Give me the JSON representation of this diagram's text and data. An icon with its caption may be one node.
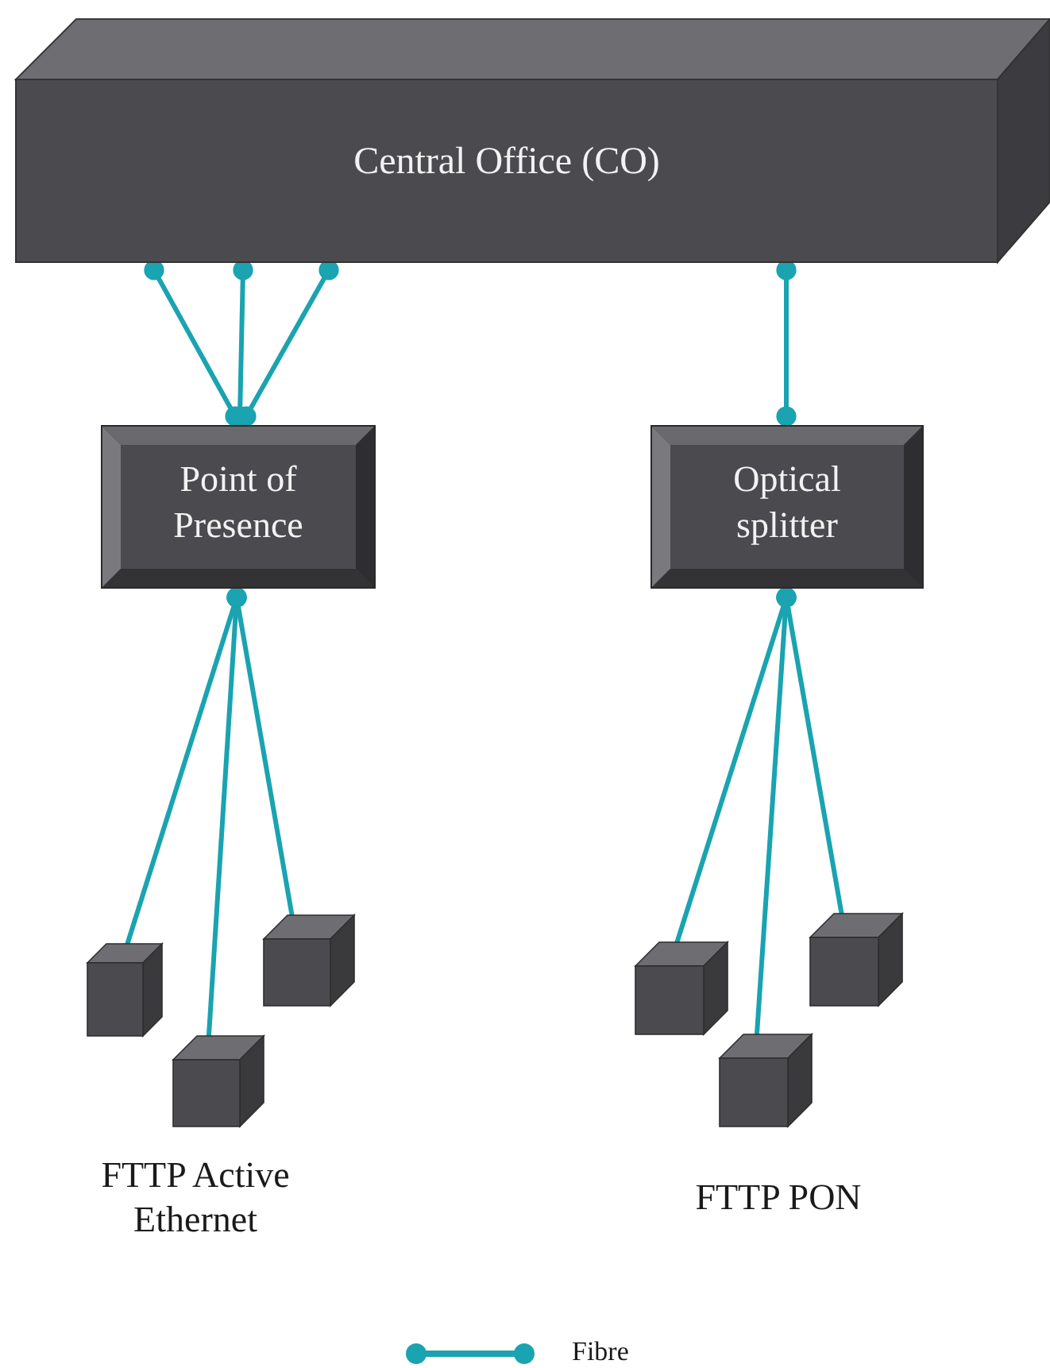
{
  "diagram": {
    "nodes": [
      {
        "text": [
          "Central Office (CO)"
        ]
      },
      {
        "text": [
          "Point of Presence"
        ]
      },
      {
        "text": [
          "Optical splitter"
        ]
      },
      {
        "text": [],
        "shape": "box"
      },
      {
        "text": [],
        "shape": "box"
      },
      {
        "text": [],
        "shape": "box"
      },
      {
        "text": [],
        "shape": "box"
      },
      {
        "text": [],
        "shape": "box"
      },
      {
        "text": [],
        "shape": "box"
      }
    ],
    "edges": [
      {
        "from": 0,
        "to": 1,
        "arrow": "other"
      },
      {
        "from": 0,
        "to": 1,
        "arrow": "other"
      },
      {
        "from": 0,
        "to": 1,
        "arrow": "other"
      },
      {
        "from": 0,
        "to": 2,
        "arrow": "other"
      },
      {
        "from": 1,
        "to": 3,
        "arrow": "other"
      },
      {
        "from": 1,
        "to": 4,
        "arrow": "other"
      },
      {
        "from": 1,
        "to": 5,
        "arrow": "other"
      },
      {
        "from": 2,
        "to": 6,
        "arrow": "other"
      },
      {
        "from": 2,
        "to": 7,
        "arrow": "other"
      },
      {
        "from": 2,
        "to": 8,
        "arrow": "other"
      }
    ],
    "labels": [
      "FTTP Active Ethernet",
      "FTTP PON"
    ],
    "legend": [
      {
        "text": "Fibre"
      }
    ]
  }
}
